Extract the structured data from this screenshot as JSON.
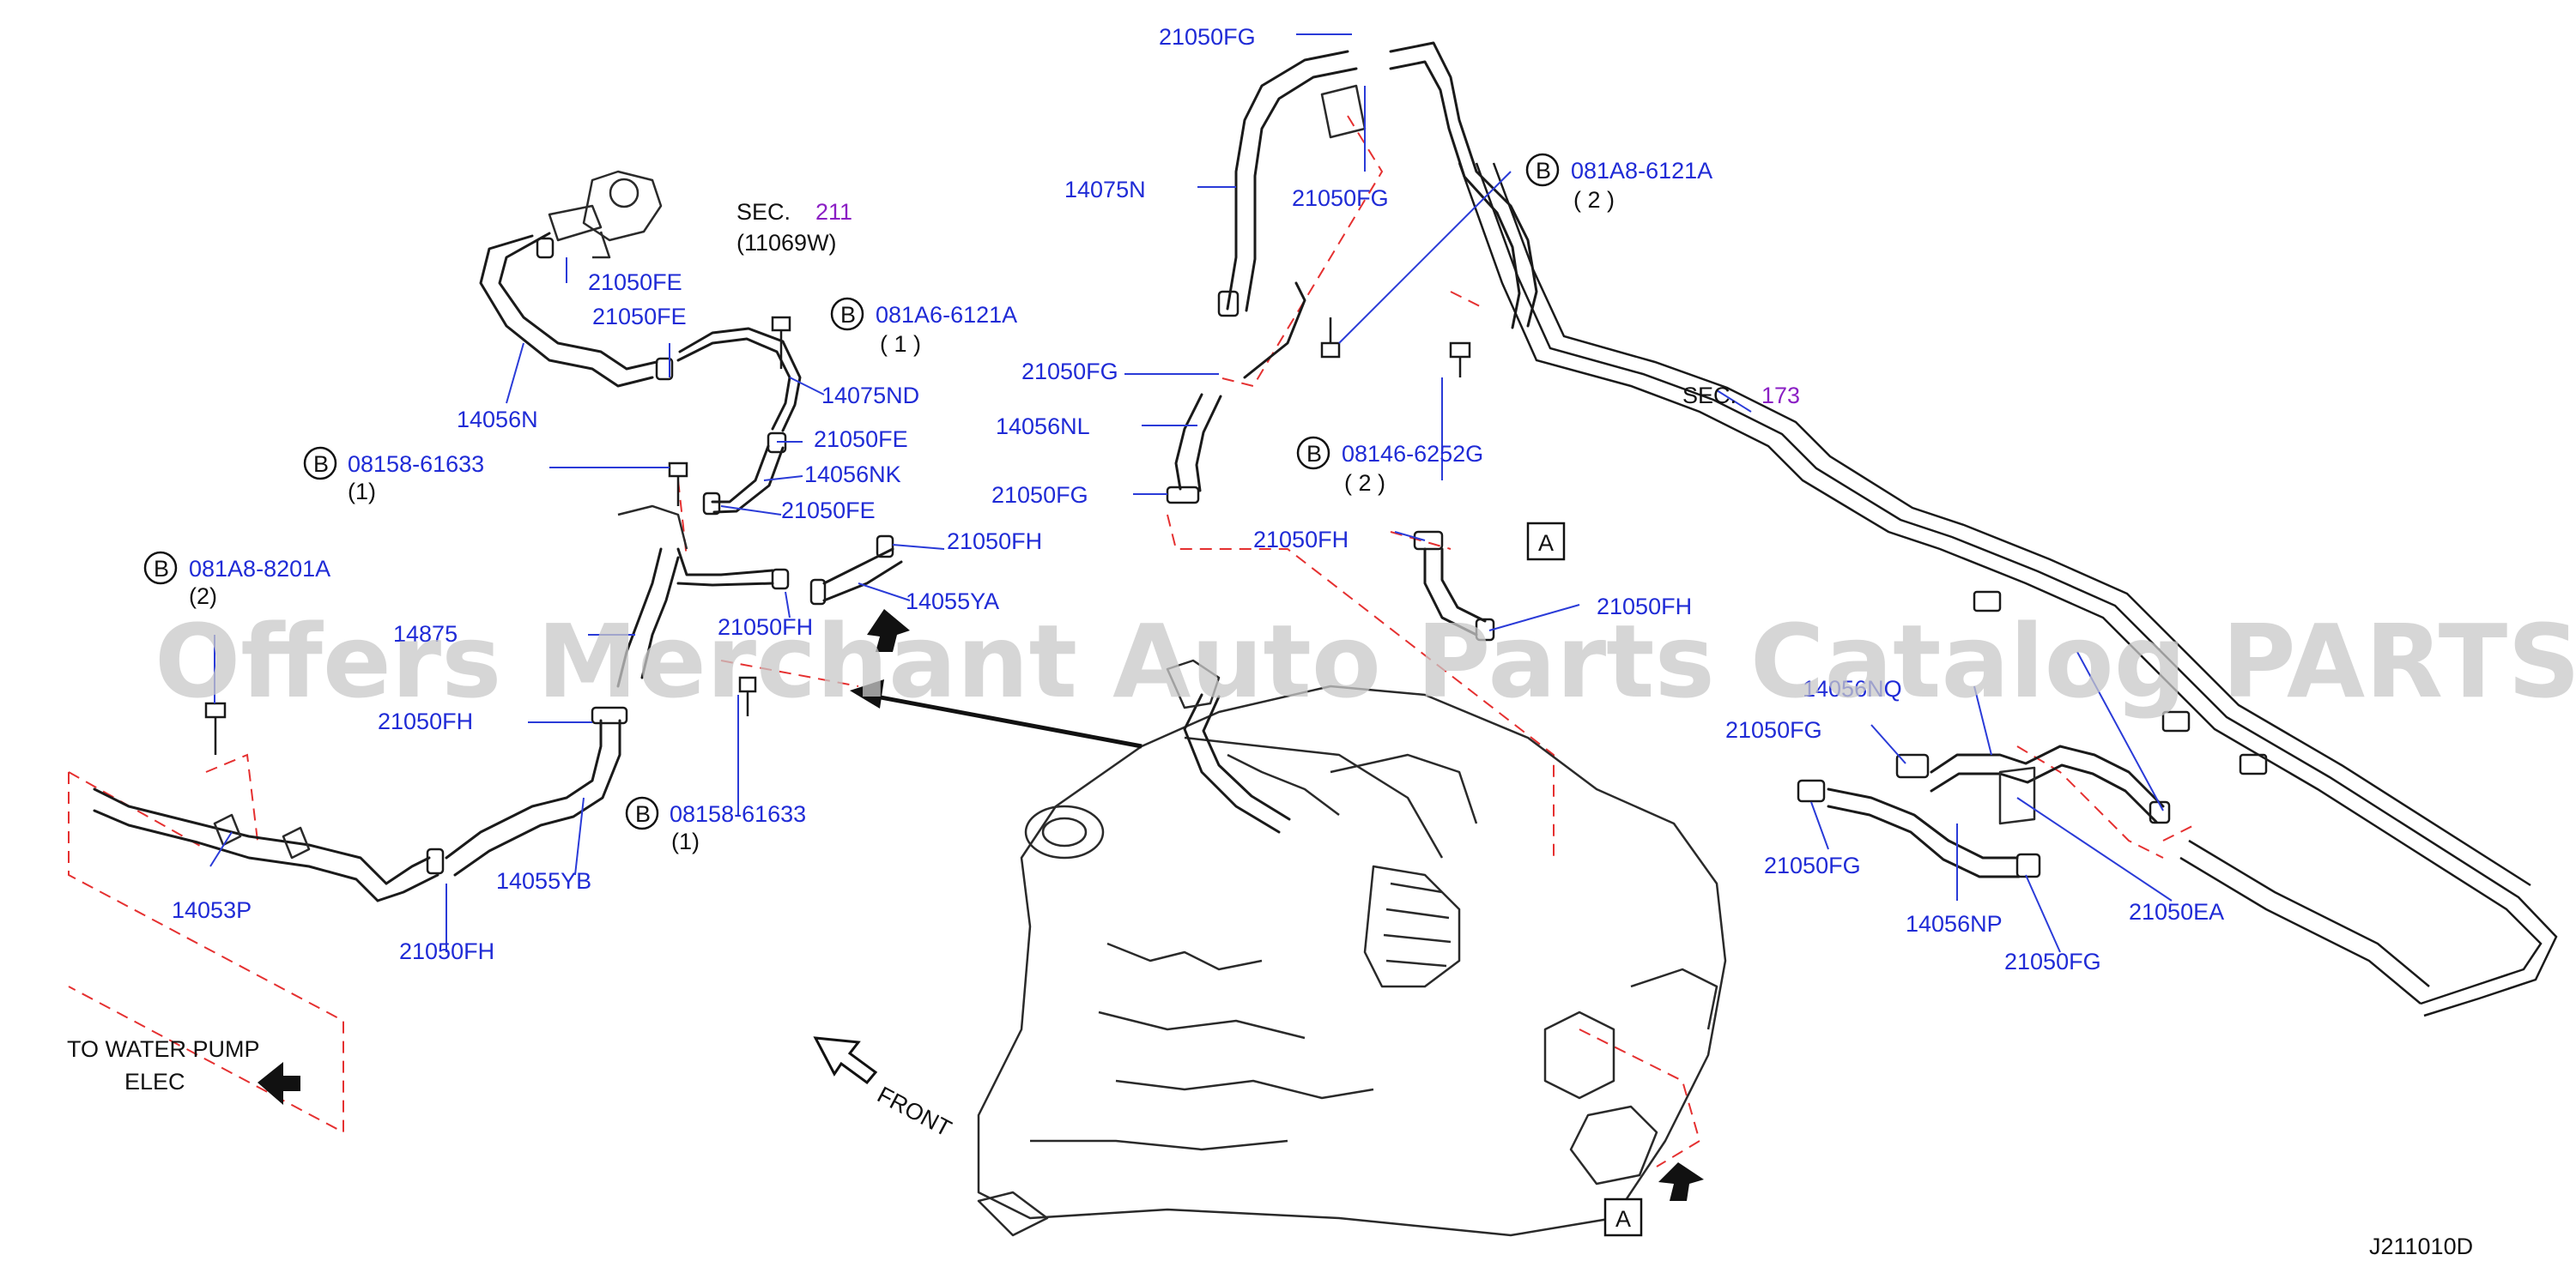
{
  "parts": {
    "p14056N": "14056N",
    "p14075ND": "14075ND",
    "p14056NK": "14056NK",
    "p14055YA": "14055YA",
    "p14875": "14875",
    "p14053P": "14053P",
    "p14055YB": "14055YB",
    "p14075N": "14075N",
    "p14056NL": "14056NL",
    "p14056NQ": "14056NQ",
    "p14056NP": "14056NP",
    "p21050EA": "21050EA",
    "p14056NQb": "14056NQ"
  },
  "clamps": {
    "fe": "21050FE",
    "fg": "21050FG",
    "fh": "21050FH"
  },
  "bolts": {
    "b081A6": {
      "badge": "B",
      "code": "081A6-6121A",
      "qty": "( 1 )"
    },
    "b08158a": {
      "badge": "B",
      "code": "08158-61633",
      "qty": "(1)"
    },
    "b081A8_8201": {
      "badge": "B",
      "code": "081A8-8201A",
      "qty": "(2)"
    },
    "b08158b": {
      "badge": "B",
      "code": "08158-61633",
      "qty": "(1)"
    },
    "b081A8_6121": {
      "badge": "B",
      "code": "081A8-6121A",
      "qty": "( 2 )"
    },
    "b08146": {
      "badge": "B",
      "code": "08146-6252G",
      "qty": "( 2 )"
    }
  },
  "sections": {
    "sec211": {
      "prefix": "SEC.",
      "num": "211",
      "sub": "(11069W)"
    },
    "sec173": {
      "prefix": "SEC.",
      "num": "173"
    }
  },
  "notes": {
    "to_water_pump": "TO  WATER  PUMP",
    "elec": "ELEC",
    "front": "FRONT",
    "ref_a": "A",
    "diagram_id": "J211010D"
  },
  "watermark": "Offers Merchant Auto Parts Catalog PARTSTORE.SA",
  "colors": {
    "label_blue": "#1f2bd6",
    "sec_purple": "#8b1fc4",
    "guide_red": "#e53030",
    "line_black": "#1a1a1a"
  }
}
